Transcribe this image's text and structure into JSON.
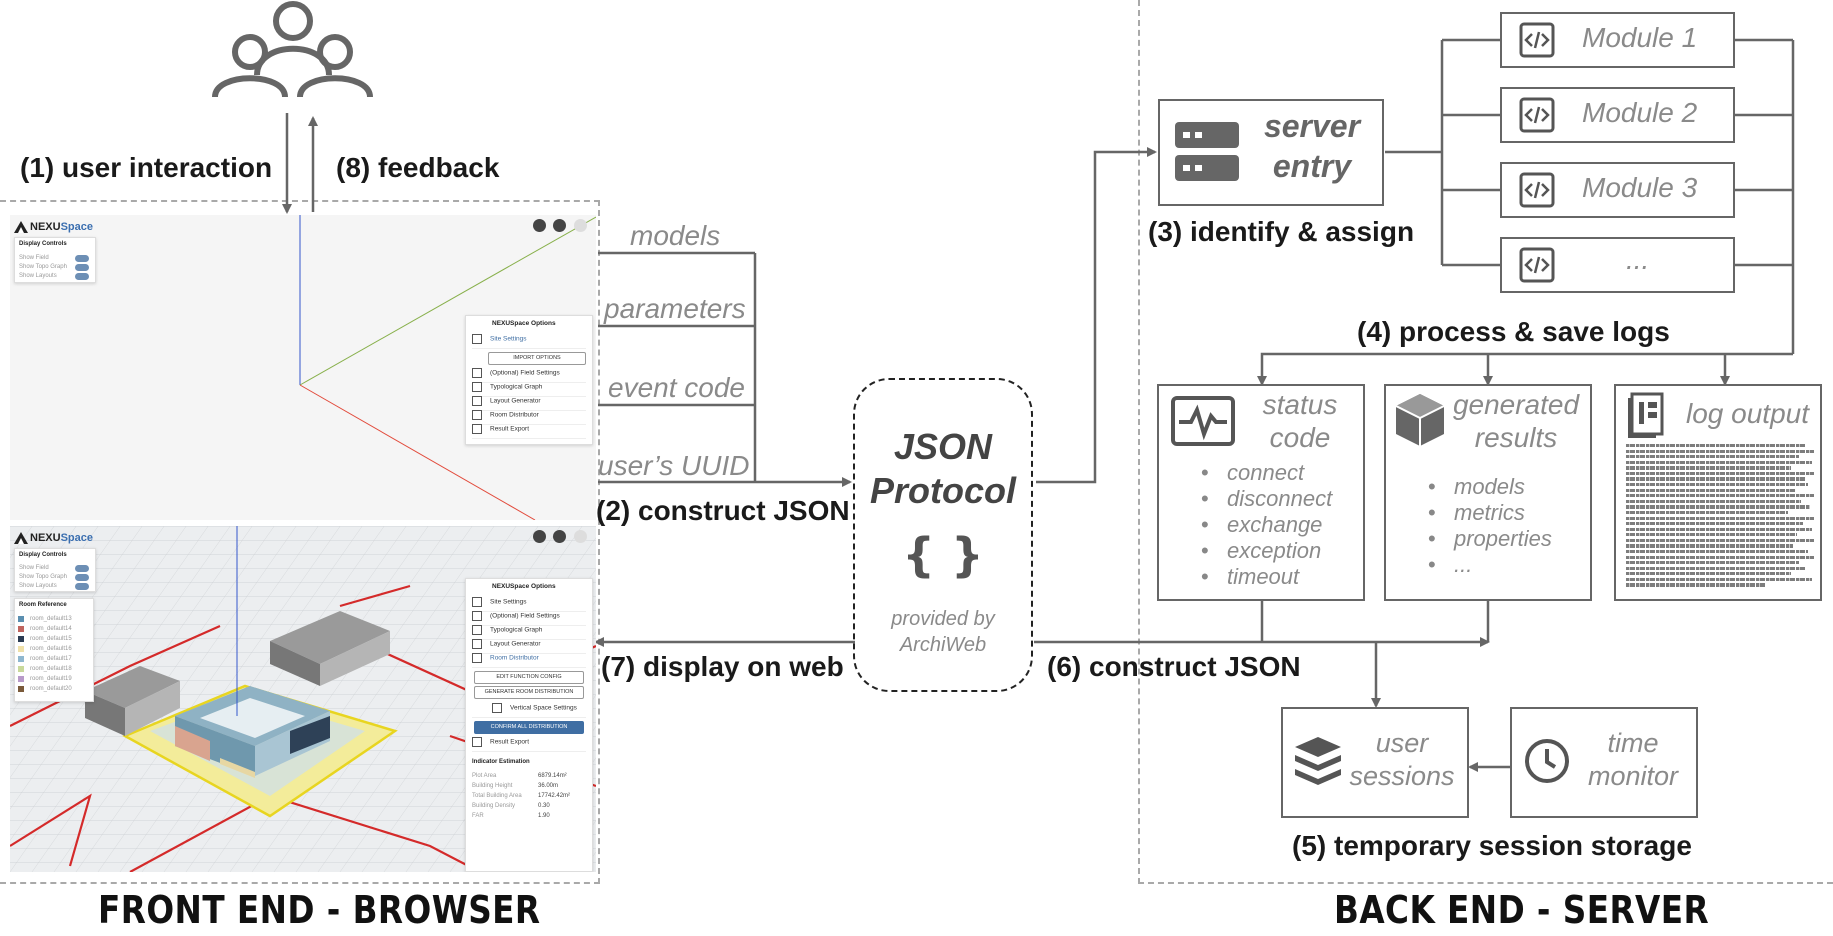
{
  "regions": {
    "front_title": "FRONT END - BROWSER",
    "back_title": "BACK END - SERVER"
  },
  "steps": {
    "s1": "(1) user interaction",
    "s8": "(8) feedback",
    "s2": "(2) construct JSON",
    "s3": "(3) identify & assign",
    "s4": "(4) process & save logs",
    "s5": "(5) temporary session storage",
    "s6": "(6) construct JSON",
    "s7": "(7) display on web"
  },
  "inputs": [
    "models",
    "parameters",
    "event code",
    "user’s UUID"
  ],
  "protocol": {
    "line1": "JSON",
    "line2": "Protocol",
    "braces": "{ }",
    "provided1": "provided by",
    "provided2": "ArchiWeb"
  },
  "server_entry": {
    "line1": "server",
    "line2": "entry",
    "icon": "server-icon"
  },
  "modules": [
    "Module 1",
    "Module 2",
    "Module 3",
    "..."
  ],
  "status_code": {
    "line1": "status",
    "line2": "code",
    "items": [
      "connect",
      "disconnect",
      "exchange",
      "exception",
      "timeout"
    ],
    "icon": "pulse-icon"
  },
  "generated_results": {
    "line1": "generated",
    "line2": "results",
    "items": [
      "models",
      "metrics",
      "properties",
      "..."
    ],
    "icon": "cube-icon"
  },
  "log_output": {
    "label": "log output",
    "icon": "log-icon"
  },
  "user_sessions": {
    "line1": "user",
    "line2": "sessions",
    "icon": "stack-icon"
  },
  "time_monitor": {
    "line1": "time",
    "line2": "monitor",
    "icon": "clock-icon"
  },
  "screenshot_top": {
    "brand_a": "NEXU",
    "brand_b": "Space",
    "display_controls": "Display Controls",
    "toggles": [
      "Show Field",
      "Show Topo Graph",
      "Show Layouts"
    ],
    "panel_title": "NEXUSpace Options",
    "panel_rows": [
      "Site Settings",
      "(Optional) Field Settings",
      "Typological Graph",
      "Layout Generator",
      "Room Distributor",
      "Result Export"
    ],
    "panel_button": "IMPORT OPTIONS"
  },
  "screenshot_bottom": {
    "brand_a": "NEXU",
    "brand_b": "Space",
    "display_controls": "Display Controls",
    "toggles": [
      "Show Field",
      "Show Topo Graph",
      "Show Layouts"
    ],
    "room_reference": "Room Reference",
    "rooms": [
      "room_default13",
      "room_default14",
      "room_default15",
      "room_default16",
      "room_default17",
      "room_default18",
      "room_default19",
      "room_default20"
    ],
    "room_colors": [
      "#5b8fb0",
      "#c0645e",
      "#2a3b52",
      "#efe0a8",
      "#8fb7cf",
      "#c9d99b",
      "#b89ac9",
      "#7a5a3a"
    ],
    "panel_title": "NEXUSpace Options",
    "panel_rows": [
      "Site Settings",
      "(Optional) Field Settings",
      "Typological Graph",
      "Layout Generator",
      "Room Distributor"
    ],
    "buttons": [
      "EDIT FUNCTION CONFIG",
      "GENERATE ROOM DISTRIBUTION"
    ],
    "vertical": "Vertical Space Settings",
    "confirm": "CONFIRM ALL DISTRIBUTION",
    "export": "Result Export",
    "indicator_title": "Indicator Estimation",
    "indicators": [
      {
        "k": "Plot Area",
        "v": "6879.14m²"
      },
      {
        "k": "Building Height",
        "v": "36.00m"
      },
      {
        "k": "Total Building Area",
        "v": "17742.42m²"
      },
      {
        "k": "Building Density",
        "v": "0.30"
      },
      {
        "k": "FAR",
        "v": "1.90"
      }
    ]
  }
}
